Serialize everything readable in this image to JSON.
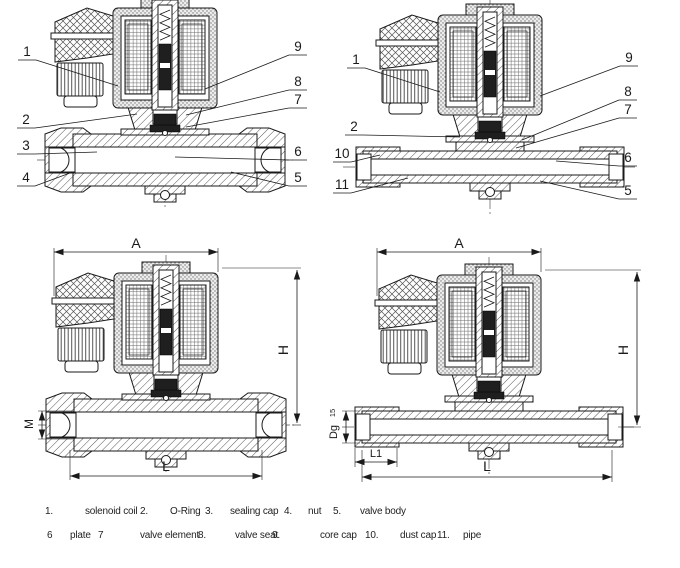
{
  "drawing": {
    "views": {
      "top_left": {
        "callouts": [
          "1",
          "2",
          "3",
          "4",
          "9",
          "8",
          "7",
          "6",
          "5"
        ]
      },
      "top_right": {
        "callouts": [
          "1",
          "2",
          "10",
          "11",
          "9",
          "8",
          "7",
          "6",
          "5"
        ]
      },
      "bottom_left": {
        "dims": {
          "width": "A",
          "height": "H",
          "port": "M",
          "length": "L"
        }
      },
      "bottom_right": {
        "dims": {
          "width": "A",
          "height": "H",
          "bore": "Dg",
          "bore_size": "15",
          "socket_depth": "L1",
          "length": "L"
        }
      }
    }
  },
  "legend": {
    "items": [
      {
        "num": "1.",
        "label": "solenoid coil"
      },
      {
        "num": "2.",
        "label": "O-Ring"
      },
      {
        "num": "3.",
        "label": "sealing cap"
      },
      {
        "num": "4.",
        "label": "nut"
      },
      {
        "num": "5.",
        "label": "valve body"
      },
      {
        "num": "6",
        "label": "plate"
      },
      {
        "num": "7",
        "label": "valve element"
      },
      {
        "num": "8.",
        "label": "valve seat"
      },
      {
        "num": "9.",
        "label": "core cap"
      },
      {
        "num": "10.",
        "label": "dust cap"
      },
      {
        "num": "11.",
        "label": "pipe"
      }
    ]
  }
}
